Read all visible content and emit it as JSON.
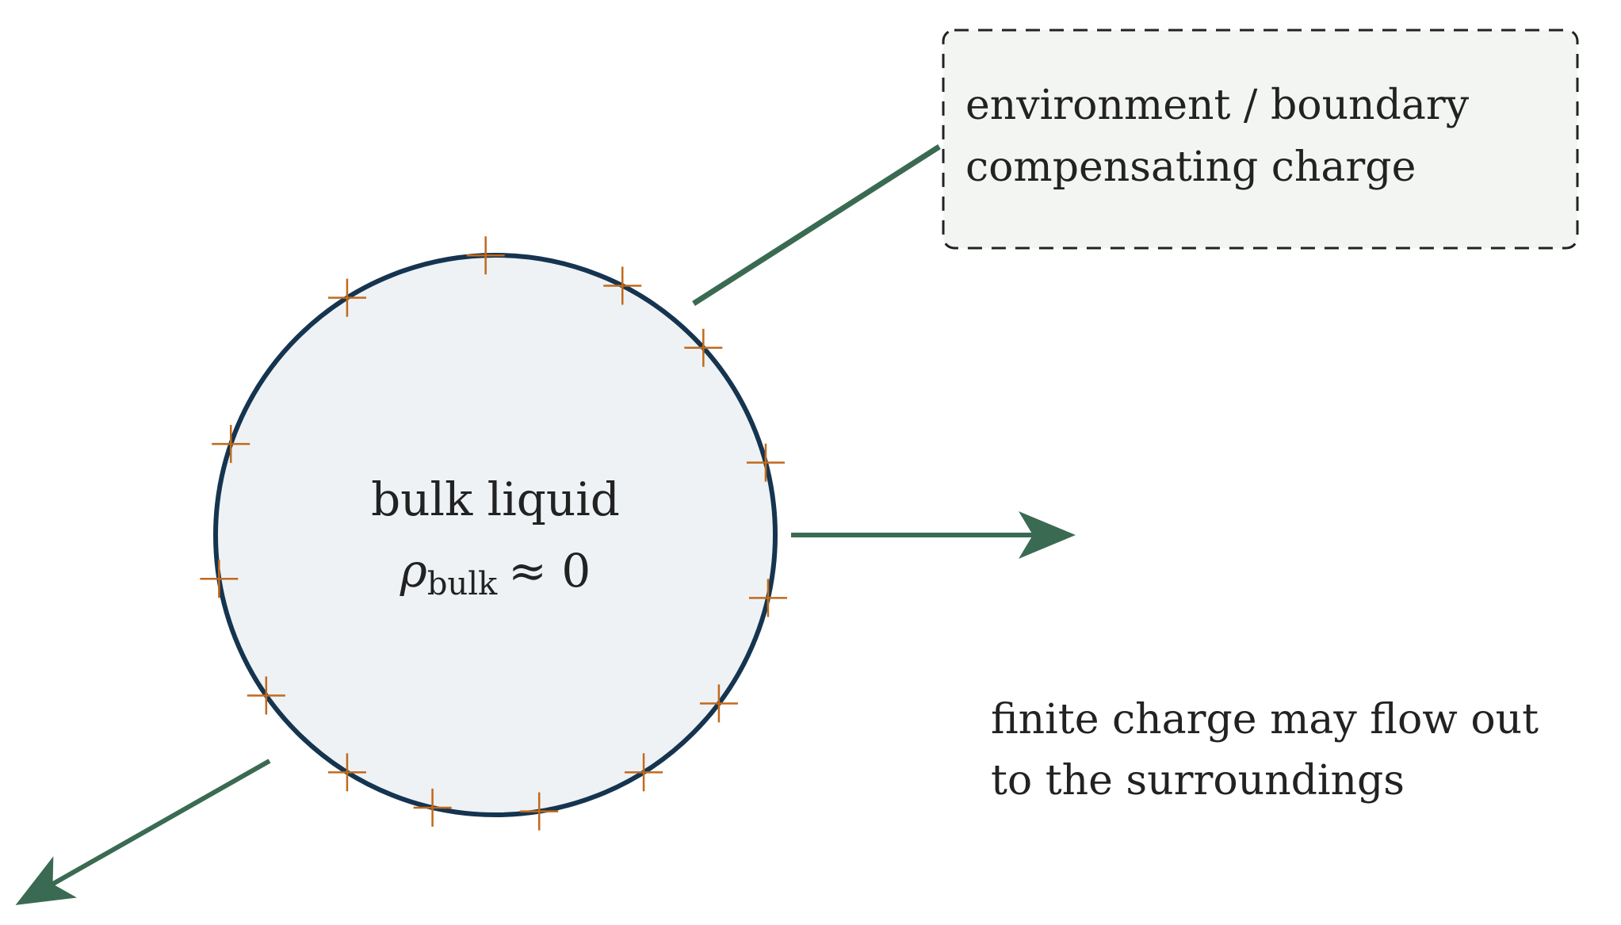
{
  "bulk": {
    "title": "bulk liquid",
    "rho_symbol": "ρ",
    "rho_subscript": "bulk",
    "rho_relation": "≈ 0"
  },
  "boundary_note": {
    "line1": "environment / boundary",
    "line2": "compensating charge"
  },
  "flow_note": {
    "line1": "finite charge may flow out",
    "line2": "to the surroundings"
  },
  "surface_charge_symbol": "+",
  "colors": {
    "circle_fill": "#eef2f5",
    "circle_stroke": "#15344f",
    "charge": "#c06a1c",
    "arrow": "#3a6b52",
    "callout_fill": "#f3f5f2",
    "callout_border": "#222222",
    "text": "#222222"
  }
}
